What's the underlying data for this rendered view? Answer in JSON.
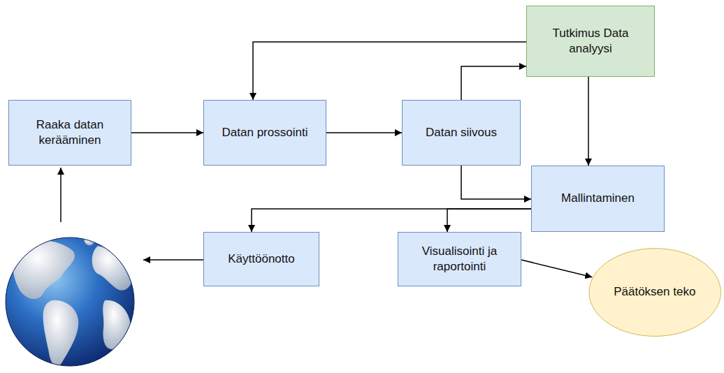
{
  "diagram": {
    "nodes": [
      {
        "text": [
          "Tutkimus Data analyysi"
        ]
      },
      {
        "text": [
          "Raaka datan kerääminen"
        ]
      },
      {
        "text": [
          "Datan prossointi"
        ]
      },
      {
        "text": [
          "Datan siivous"
        ]
      },
      {
        "text": [
          "Mallintaminen"
        ]
      },
      {
        "text": [
          "Käyttöönotto"
        ]
      },
      {
        "text": [
          "Visualisointi ja raportointi"
        ]
      },
      {
        "text": [
          "Päätöksen teko"
        ]
      }
    ],
    "edges": [
      {
        "from": 1,
        "to": 2,
        "arrow": "to"
      },
      {
        "from": 2,
        "to": 3,
        "arrow": "to"
      },
      {
        "from": 3,
        "to": 0,
        "arrow": "to"
      },
      {
        "from": 0,
        "to": 2,
        "arrow": "to"
      },
      {
        "from": 0,
        "to": 4,
        "arrow": "to"
      },
      {
        "from": 3,
        "to": 4,
        "arrow": "to"
      },
      {
        "from": 4,
        "to": 5,
        "arrow": "to"
      },
      {
        "from": 4,
        "to": 6,
        "arrow": "to"
      },
      {
        "from": 6,
        "to": 7,
        "arrow": "to"
      }
    ]
  }
}
